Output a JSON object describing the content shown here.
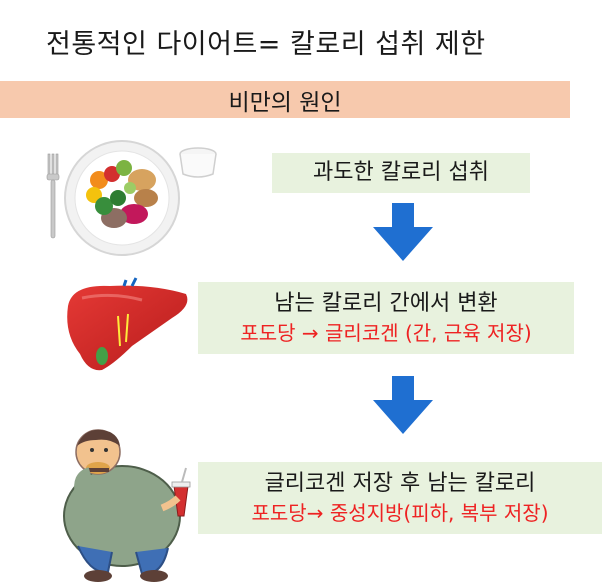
{
  "title": "전통적인 다이어트= 칼로리 섭취 제한",
  "banner": "비만의 원인",
  "step1": {
    "line1": "과도한 칼로리 섭취"
  },
  "step2": {
    "line1": "남는 칼로리 간에서 변환",
    "line2": "포도당 → 글리코겐 (간, 근육 저장)"
  },
  "step3": {
    "line1": "글리코겐 저장 후 남는 칼로리",
    "line2": "포도당→ 중성지방(피하, 복부 저장)"
  },
  "colors": {
    "banner": "#f7c9ad",
    "box": "#e8f2de",
    "arrow": "#1f6fd1",
    "highlight": "#ee2222"
  },
  "icons": [
    "food-plate-icon",
    "liver-icon",
    "obese-man-icon",
    "down-arrow-icon"
  ]
}
